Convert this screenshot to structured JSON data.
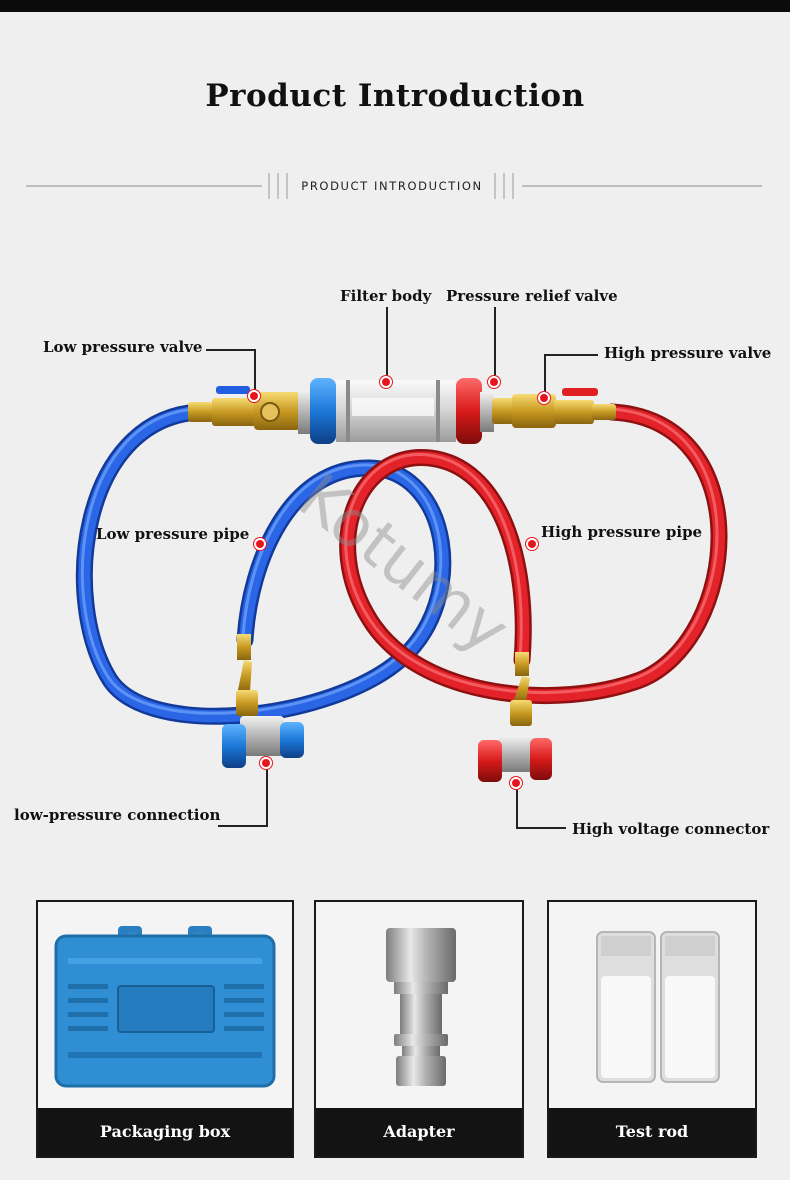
{
  "header": {
    "title": "Product Introduction",
    "divider_text": "PRODUCT INTRODUCTION"
  },
  "watermark": "Kotumy",
  "callouts": {
    "filter_body": "Filter body",
    "pressure_relief_valve": "Pressure relief valve",
    "low_pressure_valve": "Low pressure valve",
    "high_pressure_valve": "High pressure valve",
    "low_pressure_pipe": "Low pressure pipe",
    "high_pressure_pipe": "High pressure pipe",
    "low_pressure_connection": "low-pressure connection",
    "high_voltage_connector": "High voltage connector"
  },
  "accessories": [
    {
      "label": "Packaging box"
    },
    {
      "label": "Adapter"
    },
    {
      "label": "Test rod"
    }
  ],
  "colors": {
    "accent_red": "#e8141d",
    "hose_blue": "#1f56d6",
    "hose_red": "#e3222a",
    "caption_bg": "#131313"
  }
}
